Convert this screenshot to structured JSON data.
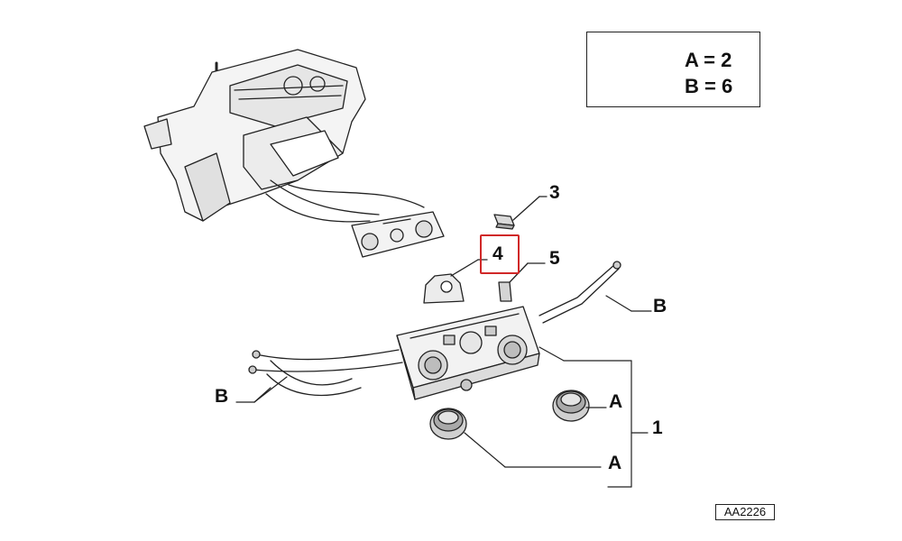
{
  "quantity_box": {
    "line_a": "A = 2",
    "line_b": "B = 6"
  },
  "labels": {
    "part_1": "1",
    "part_3": "3",
    "part_4": "4",
    "part_5": "5",
    "b_right": "B",
    "b_left": "B",
    "a_upper": "A",
    "a_lower": "A"
  },
  "reference_code": "AA2226",
  "colors": {
    "highlight": "#d02828",
    "line": "#222222"
  },
  "icons": [
    "heater-unit-illustration",
    "control-panel-illustration",
    "knob-illustration",
    "package-quantity-icon"
  ]
}
